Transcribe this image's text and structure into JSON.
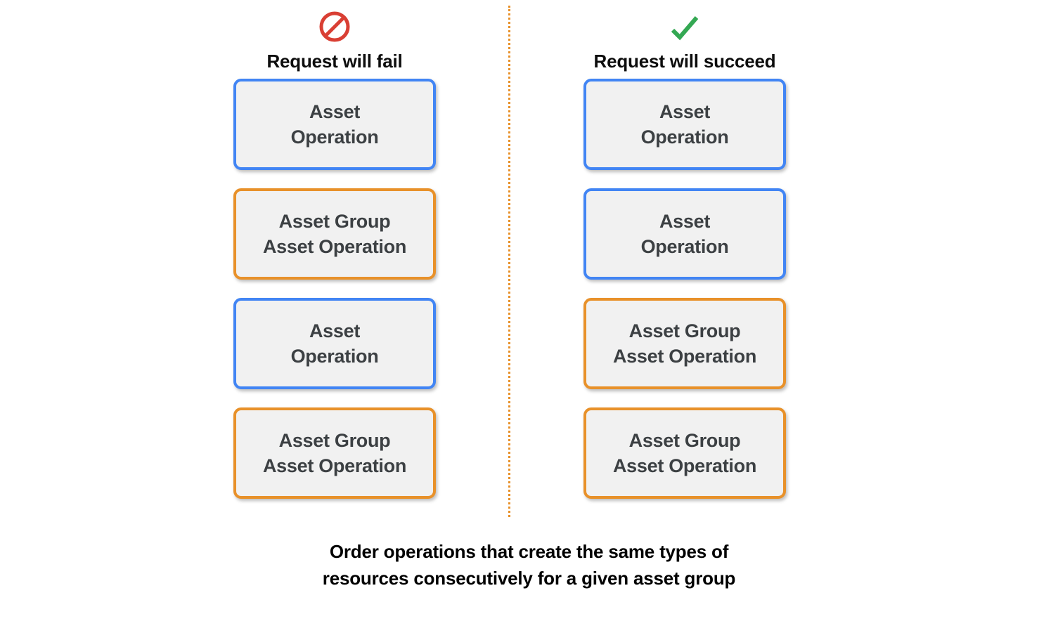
{
  "colors": {
    "blue_border": "#4285F4",
    "orange_border": "#E8912A",
    "box_fill": "#F1F1F1",
    "box_text": "#3C4043",
    "deny_icon": "#D93F34",
    "check_icon": "#34A853",
    "divider": "#E8912A",
    "caption_text": "#000000",
    "background": "#FFFFFF"
  },
  "columns": [
    {
      "id": "fail",
      "icon": "prohibition-icon",
      "header": "Request will fail",
      "boxes": [
        {
          "type": "asset-operation",
          "color": "blue",
          "text": "Asset\nOperation"
        },
        {
          "type": "asset-group-asset-operation",
          "color": "orange",
          "text": "Asset Group\nAsset Operation"
        },
        {
          "type": "asset-operation",
          "color": "blue",
          "text": "Asset\nOperation"
        },
        {
          "type": "asset-group-asset-operation",
          "color": "orange",
          "text": "Asset Group\nAsset Operation"
        }
      ]
    },
    {
      "id": "succeed",
      "icon": "check-icon",
      "header": "Request will succeed",
      "boxes": [
        {
          "type": "asset-operation",
          "color": "blue",
          "text": "Asset\nOperation"
        },
        {
          "type": "asset-operation",
          "color": "blue",
          "text": "Asset\nOperation"
        },
        {
          "type": "asset-group-asset-operation",
          "color": "orange",
          "text": "Asset Group\nAsset Operation"
        },
        {
          "type": "asset-group-asset-operation",
          "color": "orange",
          "text": "Asset Group\nAsset Operation"
        }
      ]
    }
  ],
  "caption": "Order operations that create the same types of\nresources consecutively for a given asset group"
}
